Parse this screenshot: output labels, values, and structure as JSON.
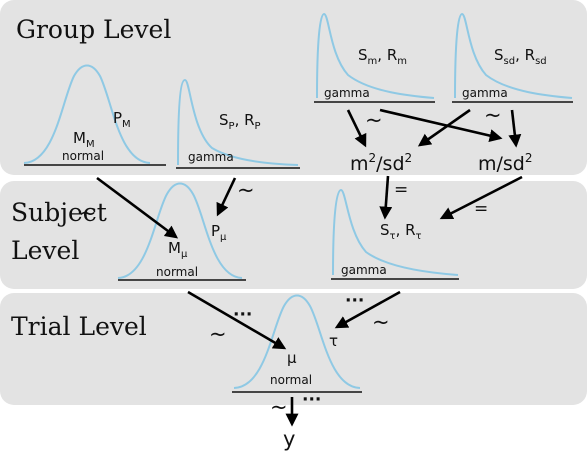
{
  "levels": {
    "group": "Group Level",
    "subject_line1": "Subject",
    "subject_line2": "Level",
    "trial": "Trial Level"
  },
  "distributions": {
    "normal": "normal",
    "gamma": "gamma"
  },
  "params": {
    "M_main": "M",
    "M_sub": "M",
    "P_main": "P",
    "P_sub": "M",
    "SP_S": "S",
    "SP_S_sub": "P",
    "SP_sep": ", ",
    "SP_R": "R",
    "SP_R_sub": "P",
    "Sm_S": "S",
    "Sm_S_sub": "m",
    "Sm_sep": ", ",
    "Sm_R": "R",
    "Sm_R_sub": "m",
    "Ssd_S": "S",
    "Ssd_S_sub": "sd",
    "Ssd_sep": ", ",
    "Ssd_R": "R",
    "Ssd_R_sub": "sd",
    "m2sd2_a": "m",
    "m2sd2_a_sup": "2",
    "m2sd2_b": "/sd",
    "m2sd2_b_sup": "2",
    "msd2_a": "m/sd",
    "msd2_a_sup": "2",
    "Mmu_main": "M",
    "Mmu_sub": "μ",
    "Pmu_main": "P",
    "Pmu_sub": "μ",
    "Stau_S": "S",
    "Stau_S_sub": "τ",
    "Stau_sep": ", ",
    "Stau_R": "R",
    "Stau_R_sub": "τ",
    "mu": "μ",
    "tau": "τ",
    "y": "y"
  },
  "symbols": {
    "tilde": "~",
    "equals": "=",
    "dots": "···"
  },
  "colors": {
    "panel": "#e3e3e3",
    "curve": "#8fc9e4",
    "arrow": "#000000"
  }
}
